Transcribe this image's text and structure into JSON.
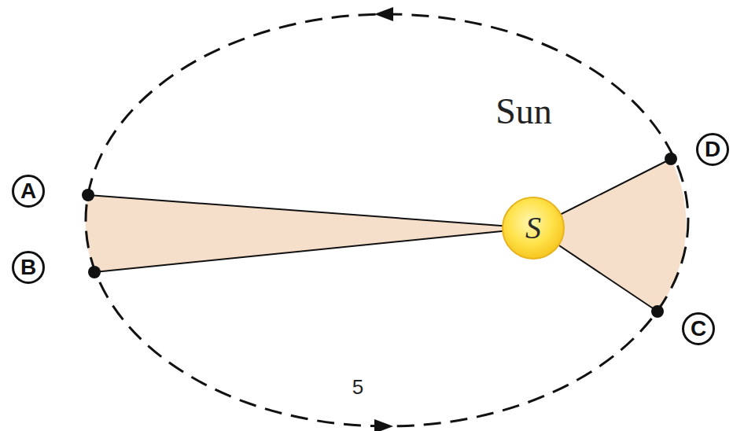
{
  "diagram": {
    "nodes": [
      {
        "text": [
          "A"
        ]
      },
      {
        "text": [
          "B"
        ]
      },
      {
        "text": [
          "S"
        ]
      },
      {
        "text": [
          "D"
        ]
      },
      {
        "text": [
          "C"
        ]
      }
    ],
    "labels": [
      "Sun",
      "5"
    ]
  }
}
